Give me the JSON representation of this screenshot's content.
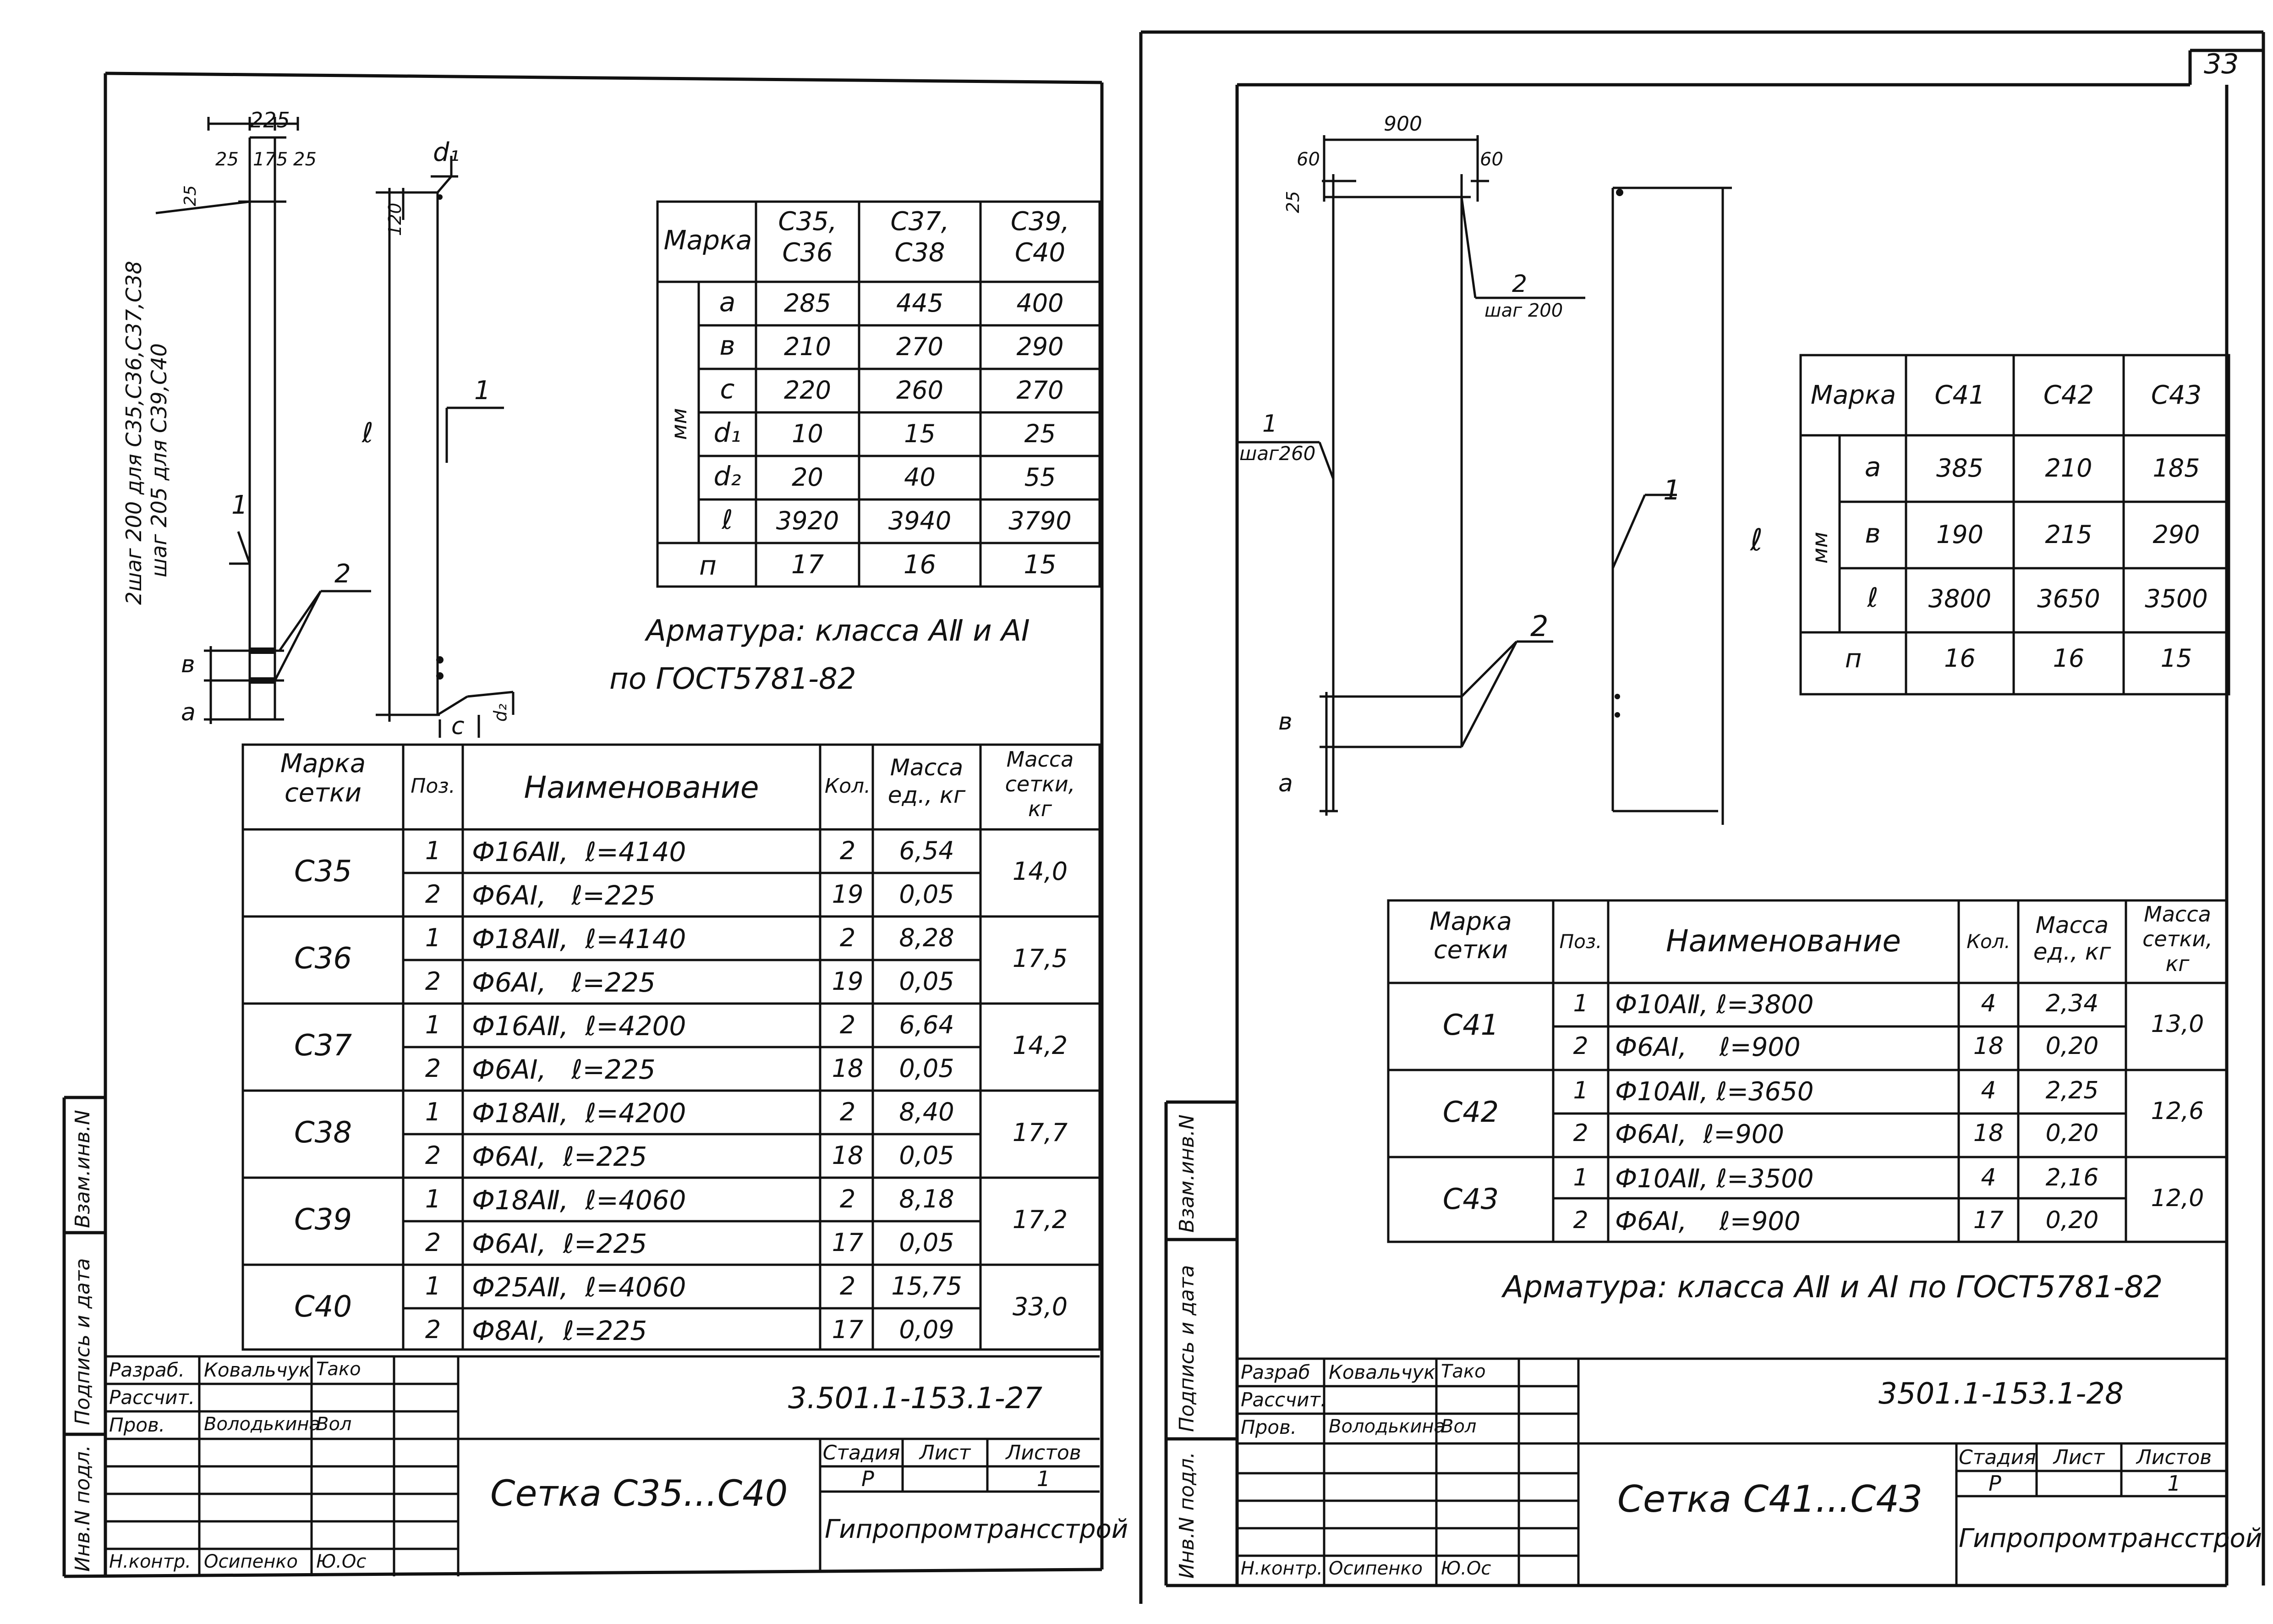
{
  "page_number": "33",
  "left": {
    "drawing": {
      "dim_total": "225",
      "dim_25a": "25",
      "dim_175": "175",
      "dim_25b": "25",
      "dim_25_top": "25",
      "note_line1": "2шаг 200 для С35,С36,С37,С38",
      "note_line2": "шаг 205 для С39,С40",
      "lbl_1a": "1",
      "lbl_2": "2",
      "lbl_b": "в",
      "lbl_a": "а",
      "lbl_d1": "d₁",
      "lbl_120": "120",
      "lbl_l": "ℓ",
      "lbl_1b": "1",
      "lbl_c": "с",
      "lbl_d2": "d₂"
    },
    "param_table": {
      "header_label": "Марка",
      "cols": [
        "С35,\nС36",
        "С37,\nС38",
        "С39,\nС40"
      ],
      "unit": "мм",
      "rows": [
        {
          "p": "а",
          "v": [
            "285",
            "445",
            "400"
          ]
        },
        {
          "p": "в",
          "v": [
            "210",
            "270",
            "290"
          ]
        },
        {
          "p": "с",
          "v": [
            "220",
            "260",
            "270"
          ]
        },
        {
          "p": "d₁",
          "v": [
            "10",
            "15",
            "25"
          ]
        },
        {
          "p": "d₂",
          "v": [
            "20",
            "40",
            "55"
          ]
        },
        {
          "p": "ℓ",
          "v": [
            "3920",
            "3940",
            "3790"
          ]
        }
      ],
      "n_label": "п",
      "n_values": [
        "17",
        "16",
        "15"
      ]
    },
    "armatura_line1": "Арматура: класса АⅡ и АI",
    "armatura_line2": "по ГОСТ5781-82",
    "spec": {
      "headers": [
        "Марка\nсетки",
        "Поз.",
        "Наименование",
        "Кол.",
        "Масса\nед., кг",
        "Масса\nсетки,\nкг"
      ],
      "groups": [
        {
          "mark": "С35",
          "mass": "14,0",
          "rows": [
            [
              "1",
              "Ф16АⅡ,  ℓ=4140",
              "2",
              "6,54"
            ],
            [
              "2",
              "Ф6АI,   ℓ=225",
              "19",
              "0,05"
            ]
          ]
        },
        {
          "mark": "С36",
          "mass": "17,5",
          "rows": [
            [
              "1",
              "Ф18АⅡ,  ℓ=4140",
              "2",
              "8,28"
            ],
            [
              "2",
              "Ф6АI,   ℓ=225",
              "19",
              "0,05"
            ]
          ]
        },
        {
          "mark": "С37",
          "mass": "14,2",
          "rows": [
            [
              "1",
              "Ф16АⅡ,  ℓ=4200",
              "2",
              "6,64"
            ],
            [
              "2",
              "Ф6АI,   ℓ=225",
              "18",
              "0,05"
            ]
          ]
        },
        {
          "mark": "С38",
          "mass": "17,7",
          "rows": [
            [
              "1",
              "Ф18АⅡ,  ℓ=4200",
              "2",
              "8,40"
            ],
            [
              "2",
              "Ф6АI,  ℓ=225",
              "18",
              "0,05"
            ]
          ]
        },
        {
          "mark": "С39",
          "mass": "17,2",
          "rows": [
            [
              "1",
              "Ф18АⅡ,  ℓ=4060",
              "2",
              "8,18"
            ],
            [
              "2",
              "Ф6АI,  ℓ=225",
              "17",
              "0,05"
            ]
          ]
        },
        {
          "mark": "С40",
          "mass": "33,0",
          "rows": [
            [
              "1",
              "Ф25АⅡ,  ℓ=4060",
              "2",
              "15,75"
            ],
            [
              "2",
              "Ф8АI,  ℓ=225",
              "17",
              "0,09"
            ]
          ]
        }
      ]
    },
    "title_block": {
      "r_label": "Разраб.",
      "r_name": "Ковальчук",
      "r_sign": "Тако",
      "c_label": "Рассчит.",
      "p_label": "Пров.",
      "p_name": "Володькина",
      "p_sign": "Вол",
      "n_label": "Н.контр.",
      "n_name": "Осипенко",
      "n_sign": "Ю.Ос",
      "code": "3.501.1-153.1-27",
      "title": "Сетка С35...С40",
      "stage_h": "Стадия",
      "sheet_h": "Лист",
      "sheets_h": "Листов",
      "stage": "Р",
      "sheet": "1",
      "org": "Гипропромтрансстрой"
    },
    "side": [
      "Взам.инв.N",
      "Подпись и дата",
      "Инв.N подл."
    ]
  },
  "right": {
    "drawing": {
      "dim_900": "900",
      "dim_60a": "60",
      "dim_60b": "60",
      "dim_25": "25",
      "lbl_2top": "2",
      "step200": "шаг 200",
      "lbl_1": "1",
      "step260": "шаг260",
      "lbl_1b": "1",
      "lbl_2": "2",
      "lbl_b": "в",
      "lbl_a": "а",
      "lbl_l": "ℓ"
    },
    "param_table": {
      "header_label": "Марка",
      "cols": [
        "С41",
        "С42",
        "С43"
      ],
      "unit": "мм",
      "rows": [
        {
          "p": "а",
          "v": [
            "385",
            "210",
            "185"
          ]
        },
        {
          "p": "в",
          "v": [
            "190",
            "215",
            "290"
          ]
        },
        {
          "p": "ℓ",
          "v": [
            "3800",
            "3650",
            "3500"
          ]
        }
      ],
      "n_label": "п",
      "n_values": [
        "16",
        "16",
        "15"
      ]
    },
    "spec": {
      "headers": [
        "Марка\nсетки",
        "Поз.",
        "Наименование",
        "Кол.",
        "Масса\nед., кг",
        "Масса\nсетки,\nкг"
      ],
      "groups": [
        {
          "mark": "С41",
          "mass": "13,0",
          "rows": [
            [
              "1",
              "Ф10АⅡ, ℓ=3800",
              "4",
              "2,34"
            ],
            [
              "2",
              "Ф6АI,    ℓ=900",
              "18",
              "0,20"
            ]
          ]
        },
        {
          "mark": "С42",
          "mass": "12,6",
          "rows": [
            [
              "1",
              "Ф10АⅡ, ℓ=3650",
              "4",
              "2,25"
            ],
            [
              "2",
              "Ф6АI,  ℓ=900",
              "18",
              "0,20"
            ]
          ]
        },
        {
          "mark": "С43",
          "mass": "12,0",
          "rows": [
            [
              "1",
              "Ф10АⅡ, ℓ=3500",
              "4",
              "2,16"
            ],
            [
              "2",
              "Ф6АI,    ℓ=900",
              "17",
              "0,20"
            ]
          ]
        }
      ]
    },
    "armatura": "Арматура: класса АⅡ и АI по ГОСТ5781-82",
    "title_block": {
      "r_label": "Разраб",
      "r_name": "Ковальчук",
      "r_sign": "Тако",
      "c_label": "Рассчит.",
      "p_label": "Пров.",
      "p_name": "Володькина",
      "p_sign": "Вол",
      "n_label": "Н.контр.",
      "n_name": "Осипенко",
      "n_sign": "Ю.Ос",
      "code": "3501.1-153.1-28",
      "title": "Сетка С41...С43",
      "stage_h": "Стадия",
      "sheet_h": "Лист",
      "sheets_h": "Листов",
      "stage": "Р",
      "sheet": "1",
      "org": "Гипропромтрансстрой"
    },
    "side": [
      "Взам.инв.N",
      "Подпись и дата",
      "Инв.N подл."
    ]
  }
}
